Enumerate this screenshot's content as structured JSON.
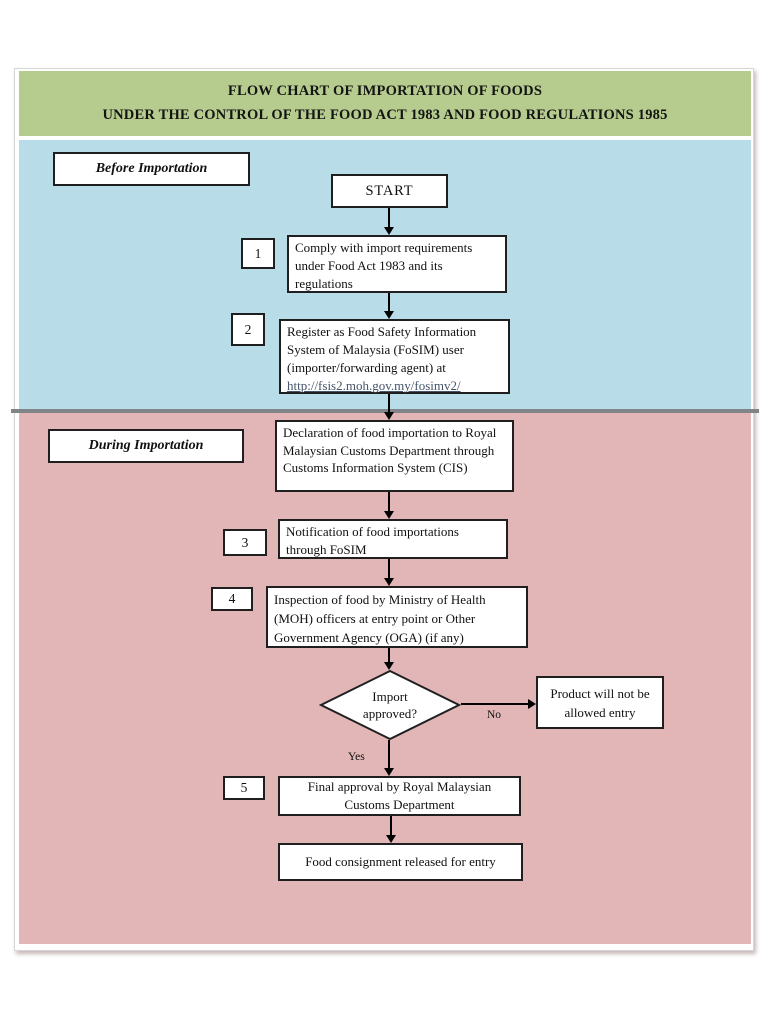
{
  "header": {
    "line1": "FLOW CHART OF IMPORTATION OF FOODS",
    "line2": "UNDER THE CONTROL OF THE FOOD ACT 1983 AND FOOD REGULATIONS 1985"
  },
  "sections": {
    "before_label": "Before Importation",
    "during_label": "During Importation"
  },
  "flow": {
    "start": "START",
    "step1_number": "1",
    "step1_text": "Comply with import requirements under Food Act 1983 and its regulations",
    "step2_number": "2",
    "step2_text": "Register as Food Safety Information System of Malaysia (FoSIM) user (importer/forwarding agent) at",
    "step2_link": "http://fsis2.moh.gov.my/fosimv2/",
    "declaration_text": "Declaration of food importation to Royal Malaysian Customs Department through Customs Information System (CIS)",
    "step3_number": "3",
    "step3_text": "Notification of food importations through FoSIM",
    "step4_number": "4",
    "step4_text": "Inspection of food by Ministry of Health (MOH) officers at entry point or Other Government Agency (OGA) (if any)",
    "decision_text": "Import approved?",
    "no_label": "No",
    "yes_label": "Yes",
    "rejected_text": "Product will not be allowed entry",
    "step5_number": "5",
    "step5_text": "Final approval by Royal Malaysian Customs Department",
    "released_text": "Food consignment released for entry"
  },
  "colors": {
    "header-green": "#b6cc8e",
    "before-blue": "#b9dde8",
    "during-pink": "#e2b5b6",
    "divider-gray": "#828588",
    "box-border": "#1f1f1f",
    "link-blue": "#44546a"
  }
}
